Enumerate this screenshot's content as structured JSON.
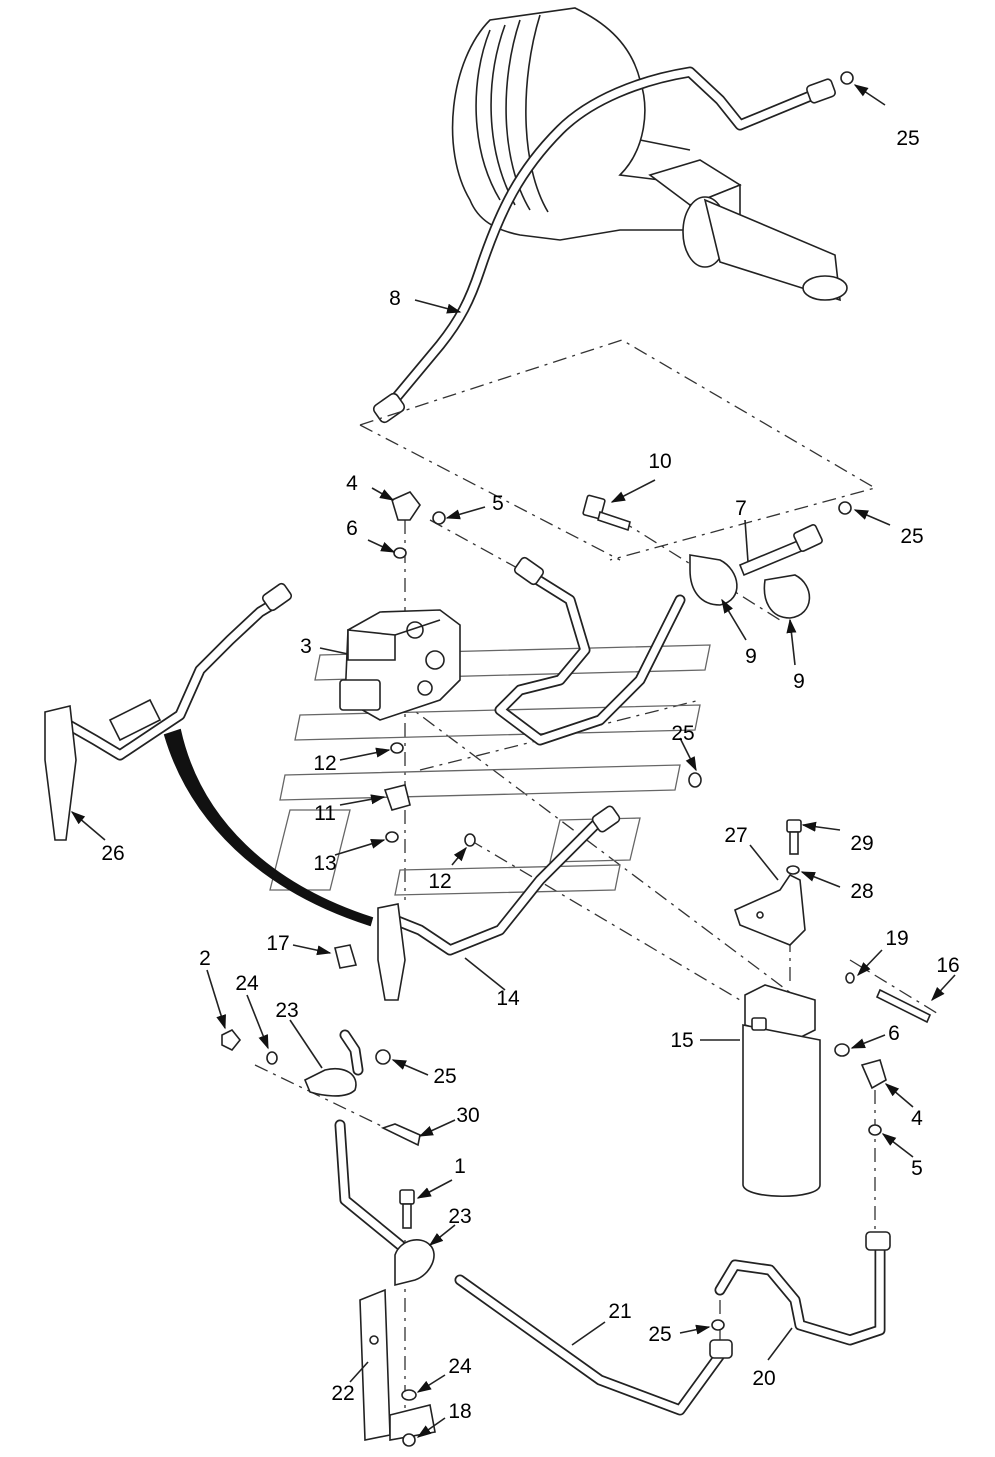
{
  "callouts": [
    {
      "id": "c8",
      "label": "8"
    },
    {
      "id": "c25a",
      "label": "25"
    },
    {
      "id": "c10",
      "label": "10"
    },
    {
      "id": "c7",
      "label": "7"
    },
    {
      "id": "c25b",
      "label": "25"
    },
    {
      "id": "c4a",
      "label": "4"
    },
    {
      "id": "c5a",
      "label": "5"
    },
    {
      "id": "c6a",
      "label": "6"
    },
    {
      "id": "c3",
      "label": "3"
    },
    {
      "id": "c9a",
      "label": "9"
    },
    {
      "id": "c9b",
      "label": "9"
    },
    {
      "id": "c12a",
      "label": "12"
    },
    {
      "id": "c25c",
      "label": "25"
    },
    {
      "id": "c11",
      "label": "11"
    },
    {
      "id": "c13",
      "label": "13"
    },
    {
      "id": "c12b",
      "label": "12"
    },
    {
      "id": "c26",
      "label": "26"
    },
    {
      "id": "c27",
      "label": "27"
    },
    {
      "id": "c29",
      "label": "29"
    },
    {
      "id": "c28",
      "label": "28"
    },
    {
      "id": "c17",
      "label": "17"
    },
    {
      "id": "c14",
      "label": "14"
    },
    {
      "id": "c19",
      "label": "19"
    },
    {
      "id": "c16",
      "label": "16"
    },
    {
      "id": "c2",
      "label": "2"
    },
    {
      "id": "c24a",
      "label": "24"
    },
    {
      "id": "c23a",
      "label": "23"
    },
    {
      "id": "c25d",
      "label": "25"
    },
    {
      "id": "c15",
      "label": "15"
    },
    {
      "id": "c6b",
      "label": "6"
    },
    {
      "id": "c4b",
      "label": "4"
    },
    {
      "id": "c30",
      "label": "30"
    },
    {
      "id": "c5b",
      "label": "5"
    },
    {
      "id": "c1",
      "label": "1"
    },
    {
      "id": "c23b",
      "label": "23"
    },
    {
      "id": "c21",
      "label": "21"
    },
    {
      "id": "c25e",
      "label": "25"
    },
    {
      "id": "c20",
      "label": "20"
    },
    {
      "id": "c22",
      "label": "22"
    },
    {
      "id": "c24b",
      "label": "24"
    },
    {
      "id": "c18",
      "label": "18"
    }
  ]
}
